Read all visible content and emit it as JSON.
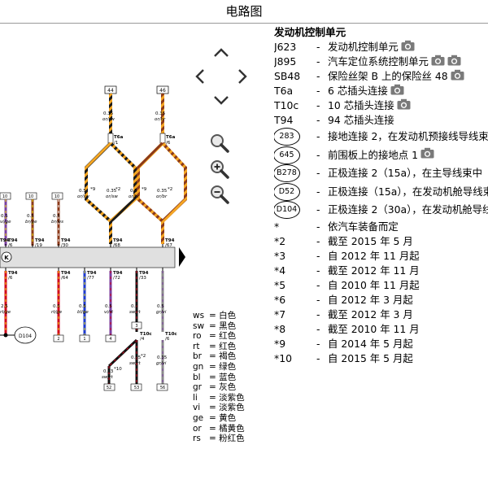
{
  "window": {
    "title": "电路图"
  },
  "components": {
    "heading": "发动机控制单元",
    "rows": [
      {
        "code": "J623",
        "desc": "发动机控制单元",
        "cams": 1
      },
      {
        "code": "J895",
        "desc": "汽车定位系统控制单元",
        "cams": 2
      },
      {
        "code": "SB48",
        "desc": "保险丝架 B 上的保险丝 48",
        "cams": 1
      },
      {
        "code": "T6a",
        "desc": "6 芯插头连接",
        "cams": 1
      },
      {
        "code": "T10c",
        "desc": "10 芯插头连接",
        "cams": 1
      },
      {
        "code": "T94",
        "desc": "94 芯插头连接",
        "cams": 0
      },
      {
        "code": "283",
        "circled": true,
        "desc": "接地连接 2，在发动机预接线导线束中",
        "cams": 0
      },
      {
        "code": "645",
        "circled": true,
        "desc": "前围板上的接地点 1",
        "cams": 1
      },
      {
        "code": "B278",
        "circled": true,
        "desc": "正极连接 2（15a），在主导线束中",
        "cams": 0
      },
      {
        "code": "D52",
        "circled": true,
        "desc": "正极连接（15a），在发动机舱导线束中",
        "cams": 0
      },
      {
        "code": "D104",
        "circled": true,
        "desc": "正极连接 2（30a），在发动机舱导线束中",
        "cams": 0
      },
      {
        "code": "*",
        "desc": "依汽车装备而定",
        "cams": 0
      },
      {
        "code": "*2",
        "desc": "截至 2015 年 5 月",
        "cams": 0
      },
      {
        "code": "*3",
        "desc": "自 2012 年 11 月起",
        "cams": 0
      },
      {
        "code": "*4",
        "desc": "截至 2012 年 11 月",
        "cams": 0
      },
      {
        "code": "*5",
        "desc": "自 2010 年 11 月起",
        "cams": 0
      },
      {
        "code": "*6",
        "desc": "自 2012 年 3 月起",
        "cams": 0
      },
      {
        "code": "*7",
        "desc": "截至 2012 年 3 月",
        "cams": 0
      },
      {
        "code": "*8",
        "desc": "截至 2010 年 11 月",
        "cams": 0
      },
      {
        "code": "*9",
        "desc": "自 2014 年 5 月起",
        "cams": 0
      },
      {
        "code": "*10",
        "desc": "自 2015 年 5 月起",
        "cams": 0
      }
    ]
  },
  "color_legend": [
    {
      "abbr": "ws",
      "name": "白色"
    },
    {
      "abbr": "sw",
      "name": "黑色"
    },
    {
      "abbr": "ro",
      "name": "红色"
    },
    {
      "abbr": "rt",
      "name": "红色"
    },
    {
      "abbr": "br",
      "name": "褐色"
    },
    {
      "abbr": "gn",
      "name": "绿色"
    },
    {
      "abbr": "bl",
      "name": "蓝色"
    },
    {
      "abbr": "gr",
      "name": "灰色"
    },
    {
      "abbr": "li",
      "name": "淡紫色"
    },
    {
      "abbr": "vi",
      "name": "淡紫色"
    },
    {
      "abbr": "ge",
      "name": "黄色"
    },
    {
      "abbr": "or",
      "name": "橘黄色"
    },
    {
      "abbr": "rs",
      "name": "粉红色"
    }
  ],
  "diagram": {
    "top_fuses": [
      "44",
      "46"
    ],
    "top_gauges": [
      "0.35",
      "0.35"
    ],
    "top_colors": [
      "or/sw",
      "or/br"
    ],
    "t6a": [
      "T6a",
      "T6a"
    ],
    "t6a_pins": [
      "/1",
      "/6"
    ],
    "twist_gauges": [
      "0.5",
      "0.35",
      "0.5",
      "0.35"
    ],
    "twist_colors": [
      "or/sw",
      "or/sw",
      "or/br",
      "or/br"
    ],
    "twist_notes": [
      "*9",
      "*2",
      "*9",
      "*2"
    ],
    "t94_top": [
      "T94",
      "T94"
    ],
    "t94_top_pins": [
      "/68",
      "/67"
    ],
    "left_boxes": [
      "10",
      "10",
      "10"
    ],
    "left_gauges": [
      "0.5",
      "0.5",
      "0.5"
    ],
    "left_colors": [
      "vi/ge",
      "br/ge",
      "br/ws"
    ],
    "left_t94": [
      "T94",
      "T94",
      "T94"
    ],
    "left_t94_pins": [
      "/6",
      "/19",
      "/30"
    ],
    "edge_label": "T94",
    "k_label": "K",
    "bottom_t94": [
      "T94",
      "T94",
      "T94",
      "T94",
      "T94"
    ],
    "bottom_t94_pins": [
      "/6",
      "/64",
      "/77",
      "/72",
      "/33"
    ],
    "bottom_gauges": [
      "2.5",
      "0.5",
      "0.5",
      "0.5",
      "0.5",
      "0.5"
    ],
    "bottom_colors": [
      "rt/ge",
      "rt/ge",
      "bl/ge",
      "vi/rt",
      "sw/rt",
      "gr/vi"
    ],
    "bottom_boxes": [
      "2",
      "1",
      "4",
      "3"
    ],
    "t10c": [
      "T10c",
      "T10c"
    ],
    "t10c_pins": [
      "/4",
      "/6"
    ],
    "lower_gauges": [
      "0.13",
      "0.35",
      "0.35"
    ],
    "lower_colors": [
      "sw/rt",
      "sw/rt",
      "gr/vi"
    ],
    "lower_notes": [
      "*10",
      "*2"
    ],
    "lower_boxes": [
      "52",
      "53",
      "56"
    ],
    "ground_label": "D104"
  }
}
